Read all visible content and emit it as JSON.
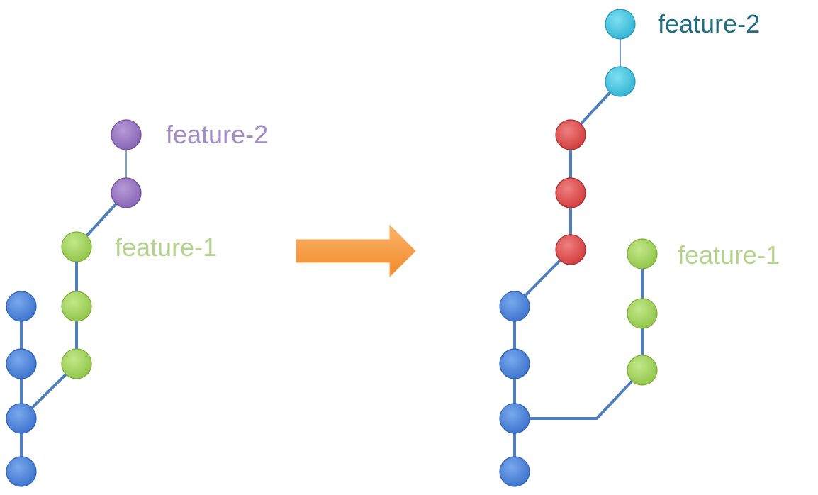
{
  "colors": {
    "main": "#4a86df",
    "feature_1": "#a2d45a",
    "feature_2_before": "#9d7bc4",
    "feature_2_after": "#46c4e0",
    "rebased": "#e05050",
    "edge": "#4f7ebd",
    "arrow": "#f7943a",
    "label_feature_1": "#b3d38c",
    "label_feature_2_before": "#a58bc6",
    "label_feature_2_after": "#1f6c84"
  },
  "before": {
    "labels": {
      "feature_1": "feature-1",
      "feature_2": "feature-2"
    }
  },
  "after": {
    "labels": {
      "feature_1": "feature-1",
      "feature_2": "feature-2"
    }
  },
  "arrow_icon": "right-arrow-icon"
}
